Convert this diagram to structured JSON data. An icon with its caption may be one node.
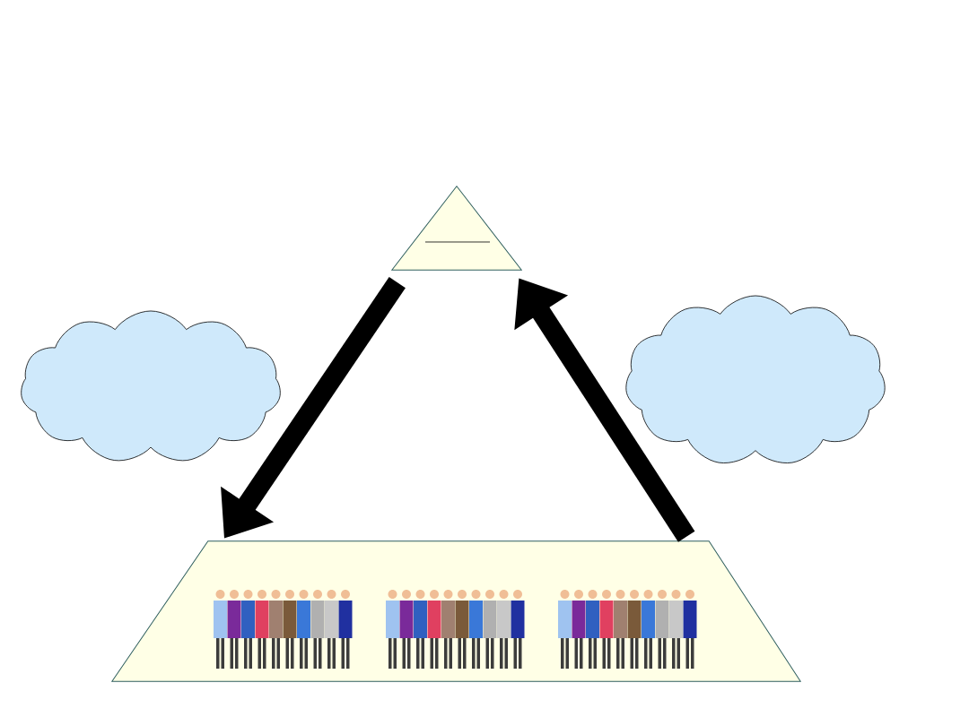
{
  "diagram": {
    "nodes": [
      {
        "text": [],
        "shape": "triangle"
      },
      {
        "text": [],
        "shape": "trapezoid"
      },
      {
        "text": [],
        "shape": "cloud"
      },
      {
        "text": [],
        "shape": "cloud"
      }
    ],
    "edges": [
      {
        "from": 0,
        "to": 1,
        "arrow": "to"
      },
      {
        "from": 1,
        "to": 0,
        "arrow": "to"
      }
    ]
  }
}
